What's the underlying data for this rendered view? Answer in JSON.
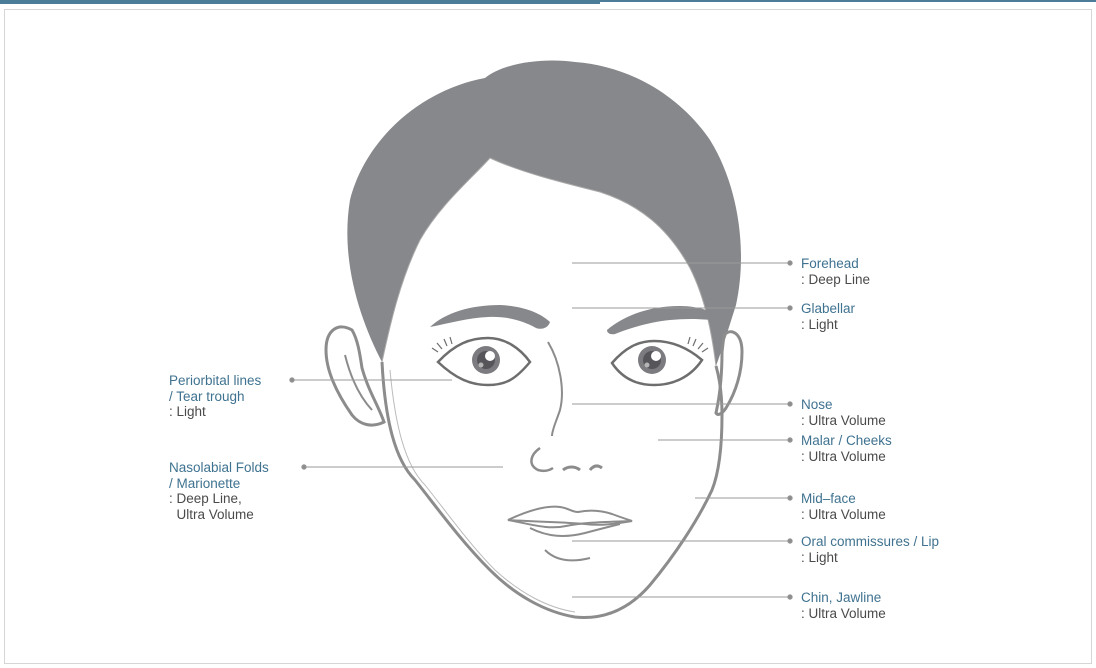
{
  "colors": {
    "accent": "#3f7290",
    "hair": "#87888b",
    "line": "#8c8c8c",
    "text": "#4a4a4a"
  },
  "labels": {
    "forehead": {
      "title": "Forehead",
      "desc": ": Deep Line"
    },
    "glabellar": {
      "title": "Glabellar",
      "desc": ": Light"
    },
    "nose": {
      "title": "Nose",
      "desc": ": Ultra Volume"
    },
    "malar": {
      "title": "Malar / Cheeks",
      "desc": ": Ultra Volume"
    },
    "midface": {
      "title": "Mid–face",
      "desc": ": Ultra Volume"
    },
    "oral": {
      "title": "Oral commissures / Lip",
      "desc": ": Light"
    },
    "chin": {
      "title": "Chin, Jawline",
      "desc": ": Ultra Volume"
    },
    "periorbital": {
      "title1": "Periorbital lines",
      "title2": "/ Tear trough",
      "desc": ": Light"
    },
    "nasolabial": {
      "title1": "Nasolabial Folds",
      "title2": "/ Marionette",
      "desc1": ": Deep Line,",
      "desc2": "  Ultra Volume"
    }
  }
}
